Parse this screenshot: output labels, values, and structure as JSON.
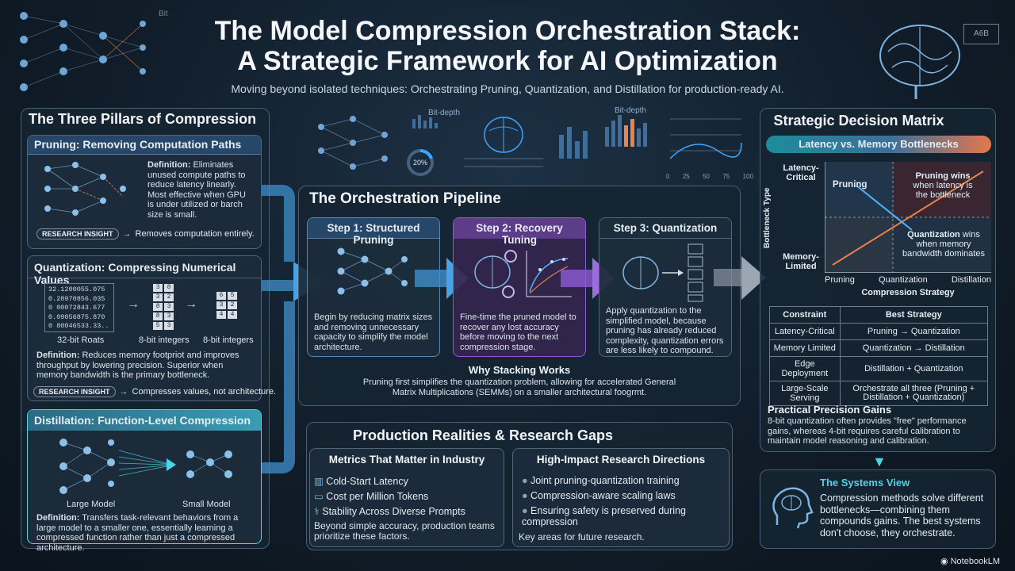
{
  "header": {
    "title_line1": "The Model Compression Orchestration Stack:",
    "title_line2": "A Strategic Framework for AI Optimization",
    "subtitle": "Moving beyond isolated techniques: Orchestrating Pruning, Quantization, and Distillation for production-ready AI."
  },
  "deco": {
    "bit_depth_1": "Bit-depth",
    "bit_depth_2": "Bit-depth",
    "pct": "20%",
    "ticks": [
      "0",
      "25",
      "50",
      "75",
      "100"
    ],
    "chip": "A6B",
    "bit": "Bit"
  },
  "pillars": {
    "title": "The Three Pillars of Compression",
    "pruning": {
      "title": "Pruning: Removing Computation Paths",
      "def_label": "Definition:",
      "def_text": "Eliminates unused compute paths to reduce latency linearly. Most effective when GPU is under utilized or barch size is small.",
      "insight_label": "RESEARCH INSIGHT",
      "insight_text": "Removes computation entirely."
    },
    "quantization": {
      "title": "Quantization: Compressing Numerical Values",
      "floats": [
        "32.1200055.075",
        "0.28970856.035",
        "0 00072843.677",
        "0.09056875.870",
        "0 80046533.33.."
      ],
      "label_32": "32-bit Roats",
      "label_8a": "8-bit integers",
      "label_8b": "8-bit integers",
      "grid1": [
        "3",
        "8",
        "3",
        "2",
        "8",
        "3",
        "8",
        "3",
        "5",
        "3"
      ],
      "grid2": [
        "6",
        "5",
        "3",
        "2",
        "4",
        "4"
      ],
      "def_label": "Definition:",
      "def_text": "Reduces memory footpriot and improves throughput by lowering precision. Superior when memory bandwidth is the primary bottleneck.",
      "insight_label": "RESEARCH INSIGHT",
      "insight_text": "Compresses values, not architecture."
    },
    "distillation": {
      "title": "Distillation: Function-Level Compression",
      "large_label": "Large Model",
      "small_label": "Small Model",
      "def_label": "Definition:",
      "def_text": "Transfers task-relevant behaviors from a large model to a smaller one, essentially learning a compressed function rather than just a compressed architecture."
    }
  },
  "pipeline": {
    "title": "The Orchestration Pipeline",
    "step1": {
      "title": "Step 1: Structured Pruning",
      "text": "Begin by reducing matrix sizes and removing unnecessary capacity to simplify the model architecture."
    },
    "step2": {
      "title": "Step 2: Recovery Tuning",
      "text": "Fine-time the pruned model to recover any lost accuracy before moving to the next compression stage."
    },
    "step3": {
      "title": "Step 3: Quantization",
      "text": "Apply quantization to the simplified model, because pruning has already reduced complexity, quantization errors are less likely to compound."
    },
    "why_title": "Why Stacking Works",
    "why_text1": "Pruning first simplifies the quantization problem, allowing for accelerated General",
    "why_text2": "Matrix Multiplications (SEMMs) on a smaller architectural foogrmt."
  },
  "production": {
    "title": "Production Realities & Research Gaps",
    "metrics_title": "Metrics That Matter in Industry",
    "metrics": [
      "Cold-Start Latency",
      "Cost per Million Tokens",
      "Stability Across Diverse Prompts"
    ],
    "metrics_note": "Beyond simple accuracy, production teams prioritize these factors.",
    "research_title": "High-Impact Research Directions",
    "research": [
      "Joint pruning-quantization training",
      "Compression-aware scaling laws",
      "Ensuring safety is preserved during compression"
    ],
    "research_note": "Key areas for future research."
  },
  "matrix": {
    "title": "Strategic Decision Matrix",
    "banner": "Latency vs. Memory Bottlenecks",
    "ylabel": "Bottleneck Type",
    "y_top": "Latency-\nCritical",
    "y_bottom": "Memory-\nLimited",
    "x_labels": [
      "Pruning",
      "Quantization",
      "Distillation"
    ],
    "xlabel": "Compression Strategy",
    "line_label": "Pruning",
    "note_top_bold": "Pruning wins",
    "note_top": "when latency is the bottleneck",
    "note_bottom_bold": "Quantization",
    "note_bottom_suffix": " wins",
    "note_bottom": "when memory bandwidth dominates",
    "table_headers": [
      "Constraint",
      "Best Strategy"
    ],
    "table_rows": [
      [
        "Latency-Critical",
        "Pruning → Quantization"
      ],
      [
        "Memory Limited",
        "Quantization → Distillation"
      ],
      [
        "Edge Deployment",
        "Distillation + Quantization"
      ],
      [
        "Large-Scale Serving",
        "Orchestrate all three (Pruning + Distillation + Quantization)"
      ]
    ],
    "gains_title": "Practical Precision Gains",
    "gains_text": "8-bit quantization often provides \"free\" performance gains, whereas 4-bit requires careful calibration to maintain model reasoning and calibration."
  },
  "systems": {
    "title": "The Systems View",
    "text": "Compression methods solve different bottlenecks—combining them compounds gains. The best systems don't choose, they orchestrate."
  },
  "brand": "NotebookLM",
  "colors": {
    "accent_blue": "#3ea6ff",
    "accent_purple": "#8e5bd6",
    "accent_orange": "#e9834d",
    "cyan": "#4fd3e6"
  }
}
